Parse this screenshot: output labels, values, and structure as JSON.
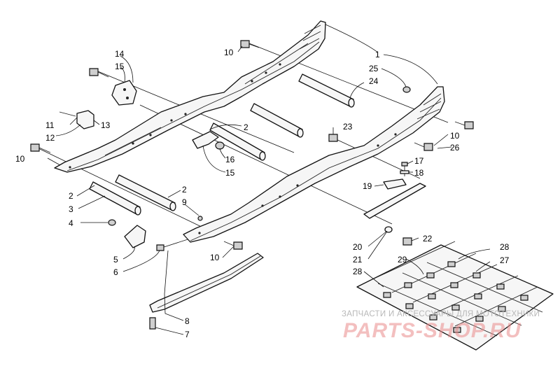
{
  "watermark": {
    "top_line": "ЗАПЧАСТИ И АКСЕССУАРЫ ДЛЯ МОТОТЕХНИКИ",
    "brand": "PARTS-SHOP.RU"
  },
  "callouts": [
    {
      "id": "c1",
      "label": "1"
    },
    {
      "id": "c25",
      "label": "25"
    },
    {
      "id": "c24",
      "label": "24"
    },
    {
      "id": "c10a",
      "label": "10"
    },
    {
      "id": "c14",
      "label": "14"
    },
    {
      "id": "c15a",
      "label": "15"
    },
    {
      "id": "c11",
      "label": "11"
    },
    {
      "id": "c12",
      "label": "12"
    },
    {
      "id": "c13",
      "label": "13"
    },
    {
      "id": "c10b",
      "label": "10"
    },
    {
      "id": "c2a",
      "label": "2"
    },
    {
      "id": "c16",
      "label": "16"
    },
    {
      "id": "c15b",
      "label": "15"
    },
    {
      "id": "c23",
      "label": "23"
    },
    {
      "id": "c10c",
      "label": "10"
    },
    {
      "id": "c26",
      "label": "26"
    },
    {
      "id": "c17",
      "label": "17"
    },
    {
      "id": "c18",
      "label": "18"
    },
    {
      "id": "c19",
      "label": "19"
    },
    {
      "id": "c2b",
      "label": "2"
    },
    {
      "id": "c3",
      "label": "3"
    },
    {
      "id": "c2c",
      "label": "2"
    },
    {
      "id": "c9",
      "label": "9"
    },
    {
      "id": "c4",
      "label": "4"
    },
    {
      "id": "c5",
      "label": "5"
    },
    {
      "id": "c6",
      "label": "6"
    },
    {
      "id": "c10d",
      "label": "10"
    },
    {
      "id": "c22",
      "label": "22"
    },
    {
      "id": "c20",
      "label": "20"
    },
    {
      "id": "c21",
      "label": "21"
    },
    {
      "id": "c28a",
      "label": "28"
    },
    {
      "id": "c27",
      "label": "27"
    },
    {
      "id": "c29",
      "label": "29"
    },
    {
      "id": "c28b",
      "label": "28"
    },
    {
      "id": "c8",
      "label": "8"
    },
    {
      "id": "c7",
      "label": "7"
    }
  ]
}
